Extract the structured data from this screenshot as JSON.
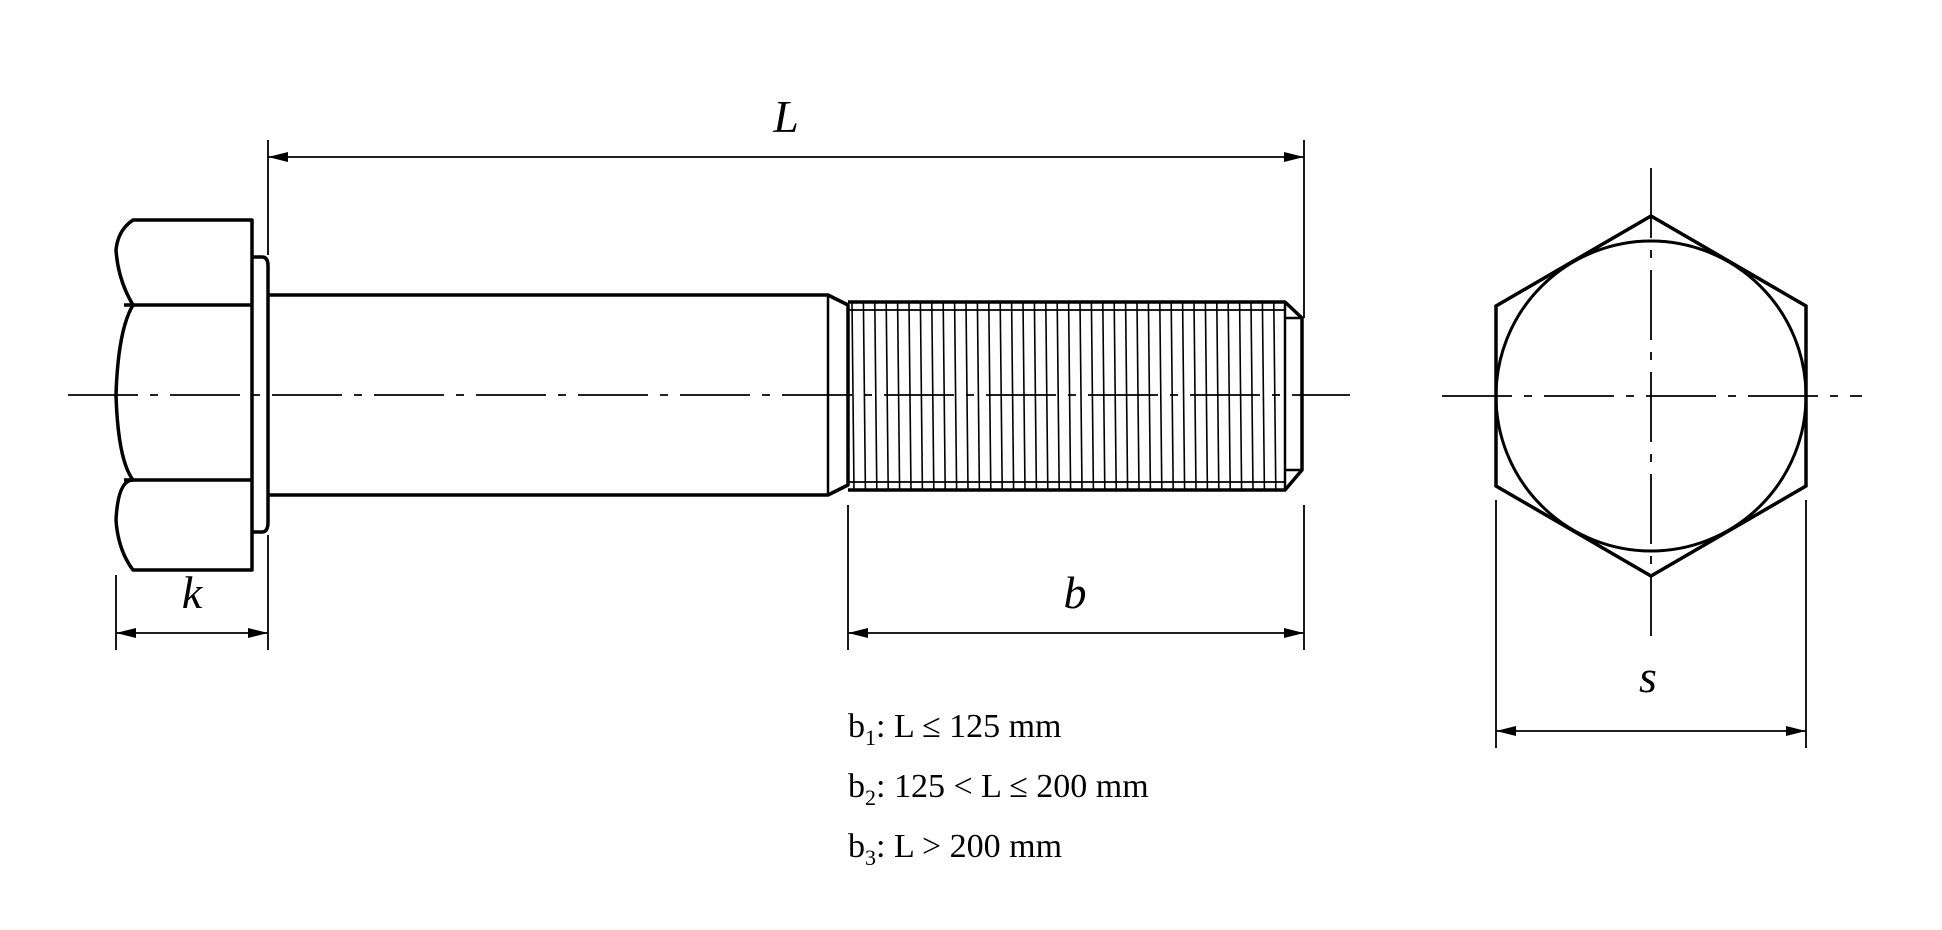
{
  "dimensions": {
    "overall_length": "L",
    "head_height": "k",
    "thread_length": "b",
    "width_across_flats": "s"
  },
  "thread_length_notes": [
    {
      "symbol": "b",
      "subscript": "1",
      "condition": ": L ≤ 125 mm"
    },
    {
      "symbol": "b",
      "subscript": "2",
      "condition": ": 125 < L ≤ 200 mm"
    },
    {
      "symbol": "b",
      "subscript": "3",
      "condition": ": L > 200 mm"
    }
  ]
}
